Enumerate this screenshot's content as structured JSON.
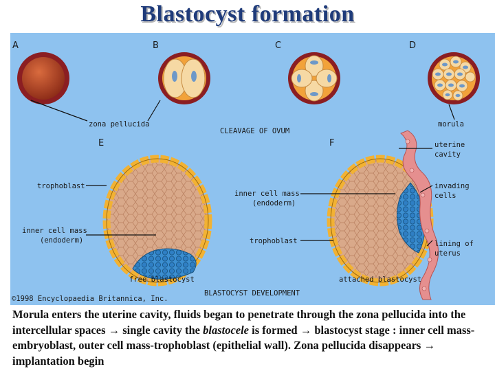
{
  "title": "Blastocyst formation",
  "diagram": {
    "panel_letters": [
      "A",
      "B",
      "C",
      "D",
      "E",
      "F"
    ],
    "labels": {
      "zona_pellucida": "zona pellucida",
      "cleavage": "CLEAVAGE OF OVUM",
      "morula": "morula",
      "uterine_cavity_1": "uterine",
      "uterine_cavity_2": "cavity",
      "trophoblast_left": "trophoblast",
      "icm_center_1": "inner cell mass",
      "icm_center_2": "(endoderm)",
      "invading_1": "invading",
      "invading_2": "cells",
      "icm_left_1": "inner cell mass",
      "icm_left_2": "(endoderm)",
      "trophoblast_center": "trophoblast",
      "lining_1": "lining of",
      "lining_2": "uterus",
      "free_blastocyst": "free blastocyst",
      "attached_blastocyst": "attached blastocyst",
      "development": "BLASTOCYST DEVELOPMENT",
      "copyright": "©1998 Encyclopaedia Britannica, Inc."
    },
    "colors": {
      "background": "#8ec2ef",
      "zona": "#8b1e22",
      "ovum": "#b8431f",
      "blastomere": "#f6d9a4",
      "nucleus": "#6d98c8",
      "trophoblast": "#f2b233",
      "inner_cell_mass": "#3b8ed0",
      "blastocele": "#d9a98a",
      "uterus_lining": "#e58f8f"
    }
  },
  "caption": {
    "part1": "Morula enters the uterine cavity, fluids began to penetrate through the zona pellucida into the intercellular spaces → single cavity the ",
    "blastocele": "blastocele",
    "part2": " is formed → blastocyst stage : inner cell mass-embryoblast, outer cell mass-trophoblast (epithelial wall). Zona pellucida disappears → implantation begin"
  }
}
